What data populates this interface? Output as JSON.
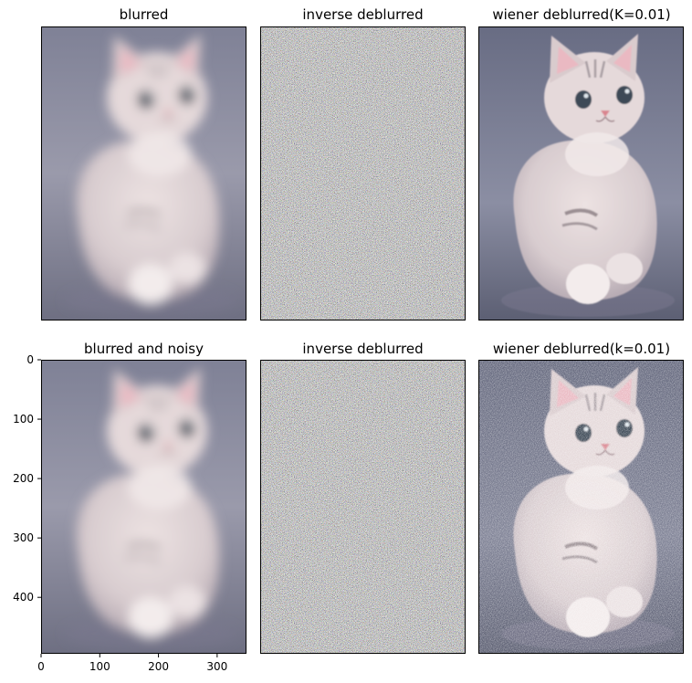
{
  "chart_data": [
    {
      "type": "image",
      "title": "blurred",
      "image": "blurred-kitten",
      "axes_visible": false
    },
    {
      "type": "image",
      "title": "inverse deblurred",
      "image": "color-noise",
      "axes_visible": false
    },
    {
      "type": "image",
      "title": "wiener deblurred(K=0.01)",
      "image": "sharp-kitten",
      "axes_visible": false
    },
    {
      "type": "image",
      "title": "blurred and noisy",
      "image": "blurred-kitten",
      "axes_visible": true,
      "xlim": [
        0,
        350
      ],
      "ylim": [
        495,
        0
      ],
      "xticks": [
        0,
        100,
        200,
        300
      ],
      "yticks": [
        0,
        100,
        200,
        300,
        400
      ]
    },
    {
      "type": "image",
      "title": "inverse deblurred",
      "image": "color-noise",
      "axes_visible": false
    },
    {
      "type": "image",
      "title": "wiener deblurred(k=0.01)",
      "image": "noisy-sharp-kitten",
      "axes_visible": false
    }
  ]
}
